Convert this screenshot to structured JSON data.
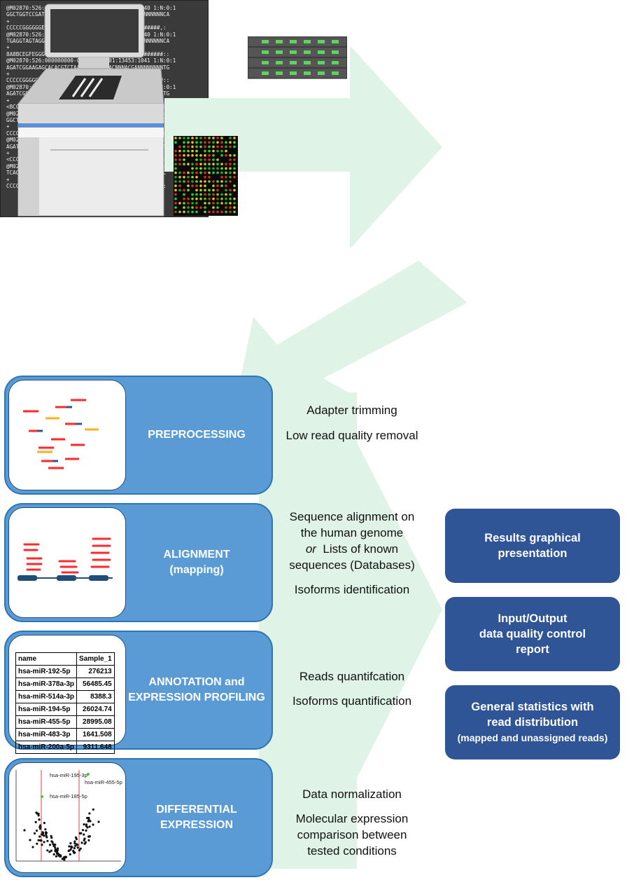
{
  "fastq_lines": [
    "@M02870:526:000000000-CK2HP:1:1101:18629:1040 1:N:0:1",
    "GGCTGGTCCGATGGTAGTGGGTTATCAGAACTTANNNGATCNNNNNNNNCA",
    "+",
    "CCCCCGGGGGGEGGFGFFGGGGGGGGGFEFGFGF###::CF#######,:",
    "@M02870:526:000000000-CK2HP:1:1101:14320:1040 1:N:0:1",
    "TGAGGTAGTAGGTTGTGTGGTAGATCGGAAGAGCNNNCGTCNNNNNNNNCA",
    "+",
    "8A8BCEGFEGGGGGGGGGGGGGFFGFGGG@CGGGG###::CF#######::",
    "@M02870:526:000000000-CK2HP:1:1101:13453:1041 1:N:0:1",
    "AGATCGGAAGAGCACACGTCTAAACTCCAGTCACNNNACGANNNNNNNNTG",
    "+",
    "CCCCCGGGGGGGGGGGGGGFGG,EFGGGG,EFGGG###::CD#######::",
    "@M02870:526:000000000-CK2HP:1:1101:11858:1041 1:N:0:1",
    "AGATCGGAAGAGCACACGTCTGAACTCCAGTCACNNNACGANNNNNNNNTG",
    "+",
    "<BCCCFCCFGGGCFFGGGGF@FGDEFGF8CEFC,###:9C8#######6:",
    "@M02870:526:000000000-CK2HP:1:1101:18090:1041 1:N:0:1",
    "GGCTGGTCCGATGGTAGTGGGTTATCAGAACCAGNNNGGAANNNNNNNNCG",
    "+",
    "CCCCCGFCFFGGGGGGGGGGGGGGGGGGGGDGGG###6:CF#######::",
    "@M02870:526:000000000-CK2HP:1:1101:12502:1041 1:N:0:1",
    "AGATCGGAAGAGCACACGTCTGAACTCCAGTCACNNNACGANNNNNNNNTG",
    "+",
    "<CCCCGGDGEFFGFFGGGGGGGFGGFFGGFFEEC###::C,#######::",
    "@M02870:526:000000000-CK2HP:1:1101:16874:1041 1:N:0:1",
    "TCAGTGCACTACAGAACTTTGTAGATCGGAAGAGNNNACGTNNNNNNNCC",
    "+",
    "CCCCCGGGGGGGFFEFG<FFGGGGGFGGEGGGGF###::CF#######::"
  ],
  "steps": [
    {
      "title_lines": [
        "PREPROCESSING"
      ],
      "desc_lines": [
        "Adapter trimming",
        "Low read quality removal"
      ]
    },
    {
      "title_lines": [
        "ALIGNMENT",
        "(mapping)"
      ],
      "desc_lines": [
        "Sequence alignment on",
        "the human genome",
        "or",
        "Lists of known",
        "sequences (Databases)",
        "Isoforms identification"
      ]
    },
    {
      "title_lines": [
        "ANNOTATION and",
        "EXPRESSION PROFILING"
      ],
      "desc_lines": [
        "Reads quantifcation",
        "Isoforms quantification"
      ]
    },
    {
      "title_lines": [
        "DIFFERENTIAL",
        "EXPRESSION"
      ],
      "desc_lines": [
        "Data normalization",
        "Molecular expression",
        "comparison between",
        "tested conditions"
      ]
    }
  ],
  "annotation_table": {
    "headers": [
      "name",
      "Sample_1"
    ],
    "rows": [
      [
        "hsa-miR-192-5p",
        "276213"
      ],
      [
        "hsa-miR-378a-3p",
        "56485.45"
      ],
      [
        "hsa-miR-514a-3p",
        "8388.3"
      ],
      [
        "hsa-miR-194-5p",
        "26024.74"
      ],
      [
        "hsa-miR-455-5p",
        "28995.08"
      ],
      [
        "hsa-miR-483-3p",
        "1641.508"
      ],
      [
        "hsa-miR-200a-5p",
        "9311.648"
      ]
    ]
  },
  "volcano_labels": [
    "hsa-miR-195-3p",
    "hsa-miR-455-5p",
    "hsa-miR-185-5p"
  ],
  "results": [
    {
      "lines": [
        "Results graphical",
        "presentation"
      ],
      "small": ""
    },
    {
      "lines": [
        "Input/Output",
        "data quality control",
        "report"
      ],
      "small": ""
    },
    {
      "lines": [
        "General statistics with",
        "read distribution"
      ],
      "small": "(mapped and unassigned reads)"
    }
  ],
  "colors": {
    "arrow": "#dff3e6",
    "step_fill": "#5b9bd5",
    "step_border": "#2e75b6",
    "result_fill": "#2f5597",
    "fastq_bg": "#3a3a3a"
  }
}
